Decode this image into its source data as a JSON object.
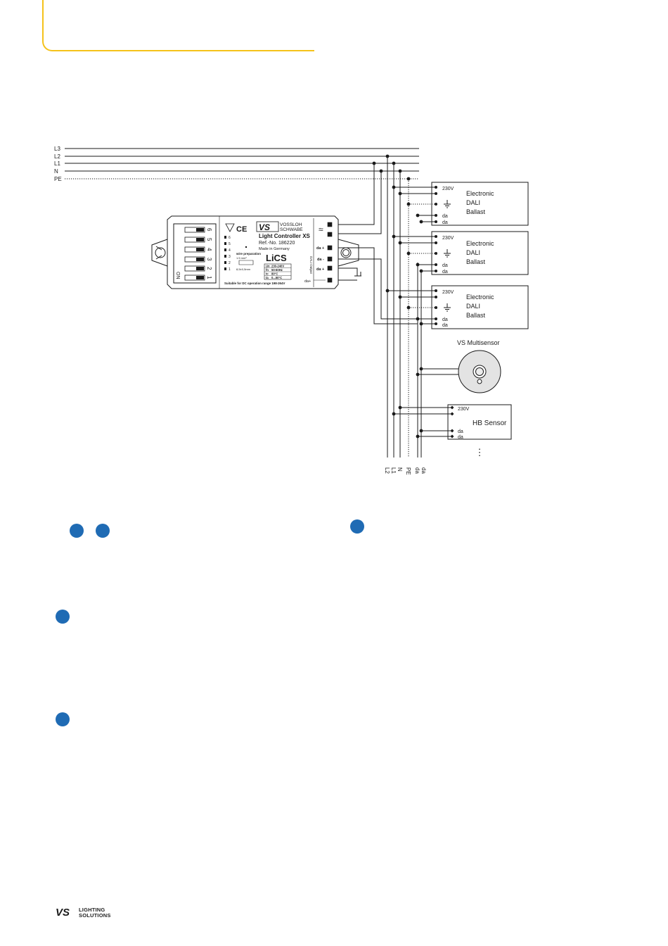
{
  "bus_labels": [
    "L3",
    "L2",
    "L1",
    "N",
    "PE"
  ],
  "controller": {
    "brand_line1": "VOSSLOH",
    "brand_line2": "SCHWABE",
    "model": "Light Controller XS",
    "ref": "Ref.-No. 186220",
    "origin": "Made in Germany",
    "lics": "LiCS",
    "wire_prep": "wire preparation",
    "wire_size": "1.5 mm²",
    "strip_len": "8,5±0,5mm",
    "spec_un": "230-240V",
    "spec_fn": "50-60Hz",
    "spec_tc": "80°C",
    "spec_ta": "0...50°C",
    "dc_note": "Suitable for DC operation range 198-264V",
    "dip_numbers": [
      "6",
      "5",
      "4",
      "3",
      "2",
      "1"
    ],
    "dip_on": "ON",
    "dali_output": "DALI Output",
    "terminal_da_plus": "da +",
    "terminal_da_minus": "da -",
    "terminal_da_plus2": "da +",
    "terminal_da_bottom": "da+"
  },
  "ballast": {
    "v230": "230V",
    "line1": "Electronic",
    "line2": "DALI",
    "line3": "Ballast",
    "da": "da"
  },
  "multisensor_label": "VS Multisensor",
  "hb_sensor": {
    "label": "HB Sensor",
    "v230": "230V",
    "da": "da"
  },
  "bottom_labels": [
    "L2",
    "L1",
    "N",
    "PE",
    "da",
    "da"
  ],
  "continuation": "⋮",
  "footer_logo": {
    "line1": "LIGHTING",
    "line2": "SOLUTIONS"
  },
  "colors": {
    "accent_yellow": "#f5c21a",
    "marker_blue": "#1f6bb4"
  }
}
